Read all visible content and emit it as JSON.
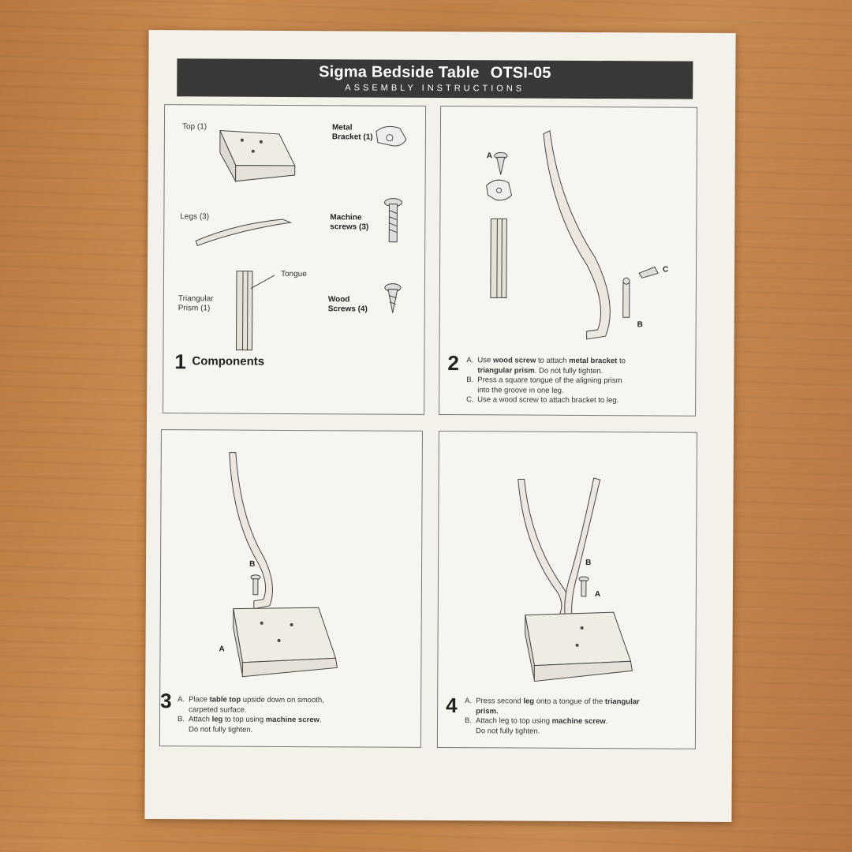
{
  "header": {
    "title": "Sigma Bedside Table",
    "model": "OTSI-05",
    "subtitle": "ASSEMBLY INSTRUCTIONS"
  },
  "step1": {
    "number": "1",
    "title": "Components",
    "parts": {
      "top": "Top (1)",
      "metal_bracket_1": "Metal",
      "metal_bracket_2": "Bracket (1)",
      "legs": "Legs (3)",
      "machine_screws_1": "Machine",
      "machine_screws_2": "screws (3)",
      "tongue": "Tongue",
      "prism_1": "Triangular",
      "prism_2": "Prism (1)",
      "wood_screws_1": "Wood",
      "wood_screws_2": "Screws (4)"
    }
  },
  "step2": {
    "number": "2",
    "label_a": "A",
    "label_b": "B",
    "label_c": "C",
    "items": [
      {
        "key": "A.",
        "l1_a": "Use ",
        "l1_b": "wood screw",
        "l1_c": " to attach ",
        "l1_d": "metal bracket",
        "l1_e": " to",
        "l2_a": "triangular prism",
        "l2_b": ".  Do not fully tighten."
      },
      {
        "key": "B.",
        "l1": "Press a square tongue of the aligning prism",
        "l2": "into the groove in one leg."
      },
      {
        "key": "C.",
        "l1": "Use a wood screw to attach bracket to leg."
      }
    ]
  },
  "step3": {
    "number": "3",
    "label_a": "A",
    "label_b": "B",
    "items": [
      {
        "key": "A.",
        "l1_a": "Place ",
        "l1_b": "table top",
        "l1_c": " upside down on smooth,",
        "l2": "carpeted surface."
      },
      {
        "key": "B.",
        "l1_a": "Attach ",
        "l1_b": "leg",
        "l1_c": " to top using ",
        "l1_d": "machine screw",
        "l1_e": ".",
        "l2": "Do not fully tighten."
      }
    ]
  },
  "step4": {
    "number": "4",
    "label_a": "A",
    "label_b": "B",
    "items": [
      {
        "key": "A.",
        "l1_a": "Press second ",
        "l1_b": "leg",
        "l1_c": " onto a tongue of the ",
        "l1_d": "triangular",
        "l2": "prism."
      },
      {
        "key": "B.",
        "l1_a": "Attach leg to top using ",
        "l1_b": "machine screw",
        "l1_c": ".",
        "l2": "Do not fully tighten."
      }
    ]
  }
}
